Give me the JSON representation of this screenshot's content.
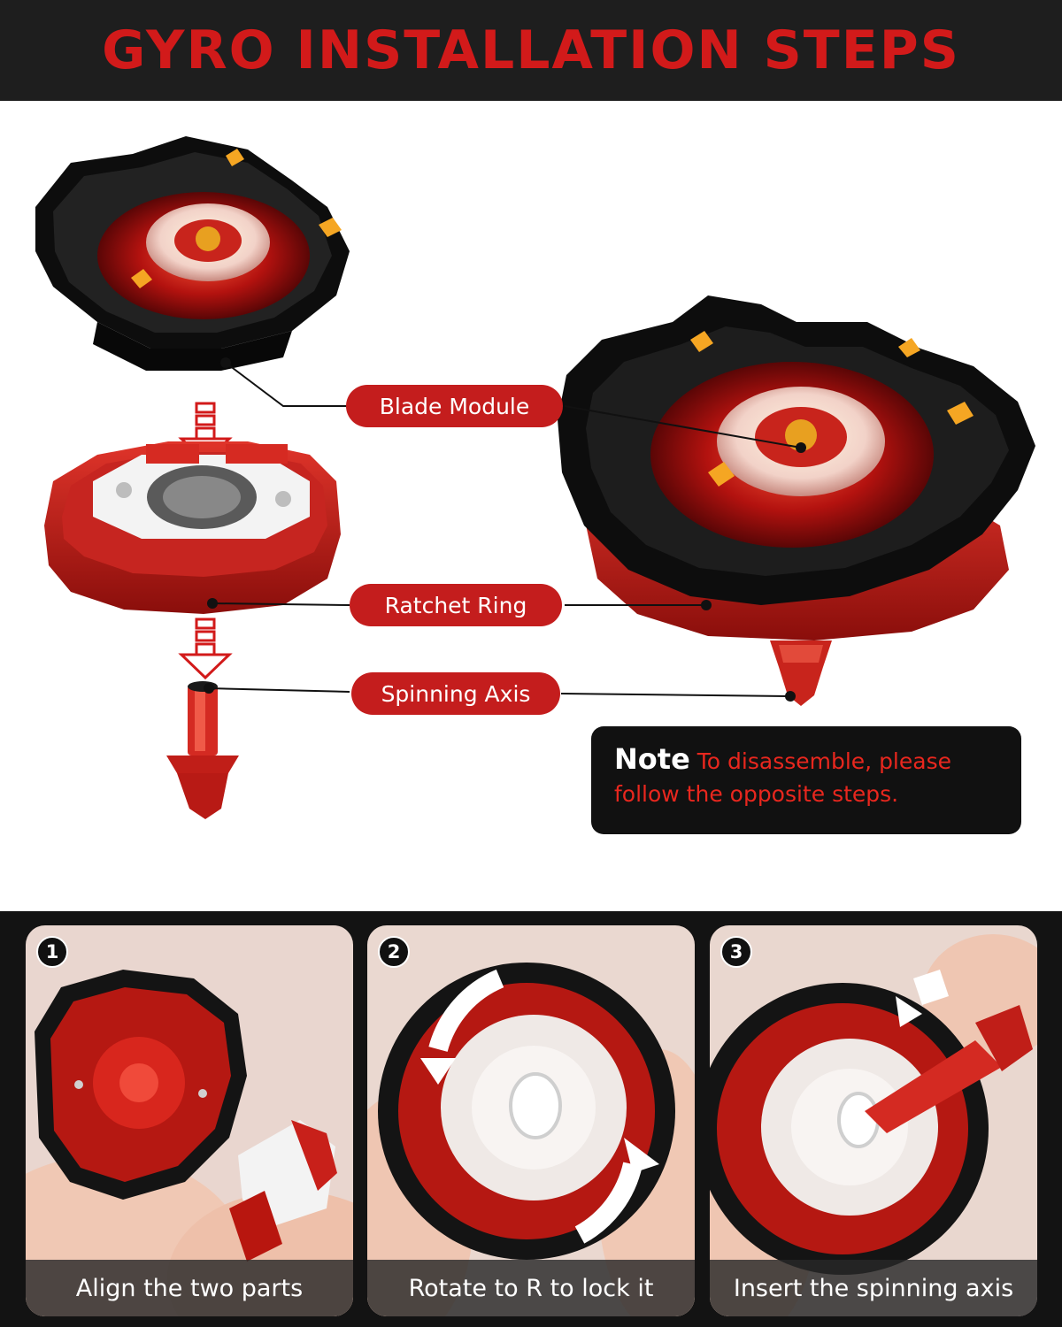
{
  "header": {
    "title": "GYRO INSTALLATION STEPS"
  },
  "labels": {
    "blade_module": "Blade Module",
    "ratchet_ring": "Ratchet Ring",
    "spinning_axis": "Spinning Axis"
  },
  "note": {
    "title": "Note",
    "text": "To disassemble, please follow the opposite steps."
  },
  "steps": [
    {
      "number": "1",
      "caption": "Align the two parts"
    },
    {
      "number": "2",
      "caption": "Rotate to R to lock it"
    },
    {
      "number": "3",
      "caption": "Insert the spinning axis"
    }
  ],
  "colors": {
    "accent_red": "#c41d1d",
    "header_bg": "#1e1e1e",
    "band_bg": "#131313"
  }
}
